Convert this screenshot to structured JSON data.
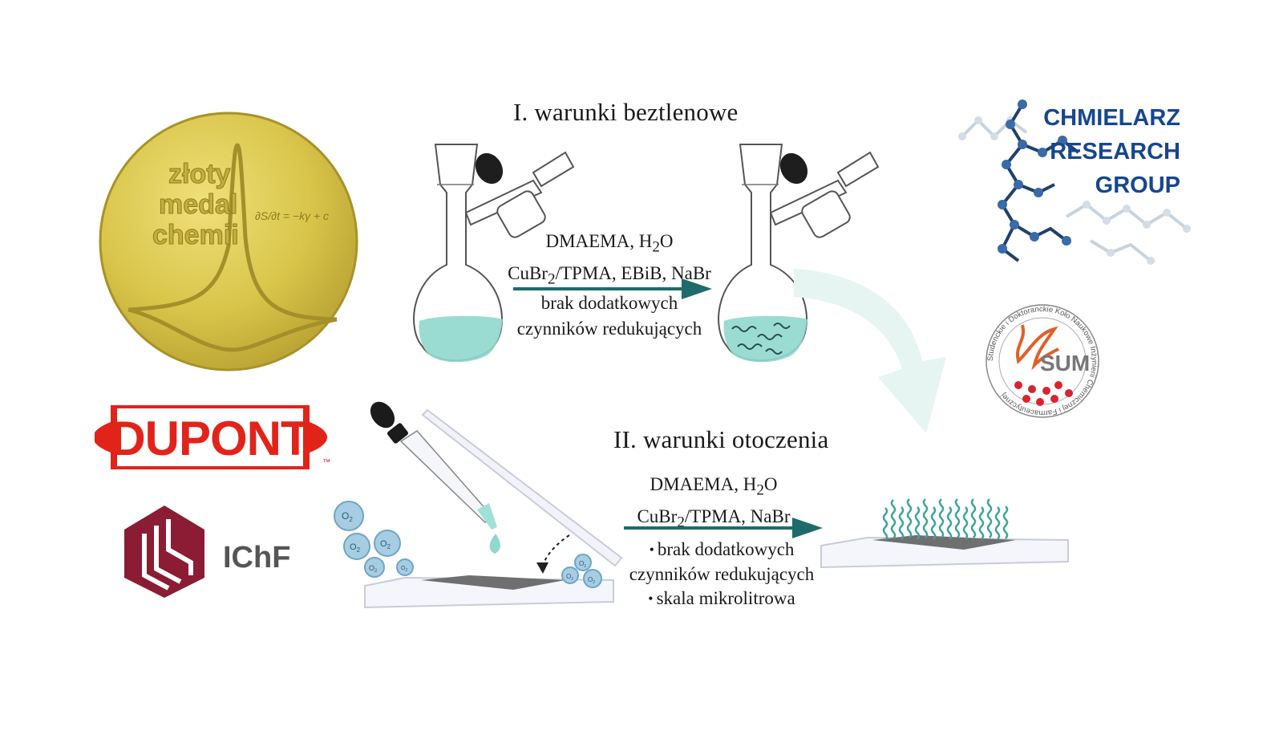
{
  "medal": {
    "line1": "złoty",
    "line2": "medal",
    "line3": "chemii",
    "equation": "∂S/∂t = −kγ + c",
    "color_gold": "#d7c44a"
  },
  "logos": {
    "crg_line1": "CHMIELARZ",
    "crg_line2": "RESEARCH",
    "crg_line3": "GROUP",
    "crg_color": "#17468e",
    "ksum_text": "SUM",
    "ksum_ring": "Studenckie i Doktoranckie Koło Naukowe Inżynierii Chemicznej i Farmaceutycznej",
    "dupont": "DUPONT",
    "dupont_tm": "™",
    "dupont_color": "#e2231a",
    "ichf": "IChF",
    "ichf_color": "#8b1c33"
  },
  "section1": {
    "title": "I. warunki beztlenowe",
    "reagents_line1": "DMAEMA, H",
    "reagents_line1_sub": "2",
    "reagents_line1_end": "O",
    "reagents_line2_a": "CuBr",
    "reagents_line2_sub": "2",
    "reagents_line2_b": "/TPMA, EBiB, NaBr",
    "cond_line1": "brak dodatkowych",
    "cond_line2": "czynników redukujących"
  },
  "section2": {
    "title": "II. warunki otoczenia",
    "reagents_line1": "DMAEMA, H",
    "reagents_line1_sub": "2",
    "reagents_line1_end": "O",
    "reagents_line2_a": "CuBr",
    "reagents_line2_sub": "2",
    "reagents_line2_b": "/TPMA, NaBr",
    "cond_line1": "brak dodatkowych",
    "cond_line2": "czynników redukujących",
    "cond_line3": "skala mikrolitrowa"
  },
  "oxygen_label": "O",
  "oxygen_sub": "2",
  "colors": {
    "arrow": "#1f6b6b",
    "liquid": "#8fd8cc",
    "big_arrow": "#e6f5f1",
    "bubble": "#7fb6d3"
  }
}
